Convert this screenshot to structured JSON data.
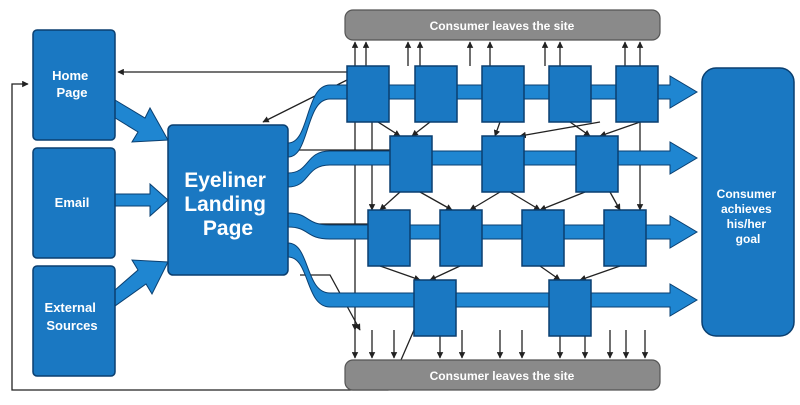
{
  "exit_top": {
    "label": "Consumer leaves the site"
  },
  "exit_bottom": {
    "label": "Consumer leaves the site"
  },
  "sources": [
    {
      "lines": [
        "Home",
        "Page"
      ]
    },
    {
      "lines": [
        "Email"
      ]
    },
    {
      "lines": [
        "External",
        "Sources"
      ]
    }
  ],
  "landing": {
    "lines": [
      "Eyeliner",
      "Landing",
      "Page"
    ]
  },
  "goal": {
    "lines": [
      "Consumer",
      "achieves",
      "his/her",
      "goal"
    ]
  },
  "colors": {
    "box_fill": "#1a78c2",
    "box_stroke": "#0a3f70",
    "arrow_fill": "#1f86d1",
    "grey_fill": "#8a8a8a",
    "line": "#222222"
  }
}
